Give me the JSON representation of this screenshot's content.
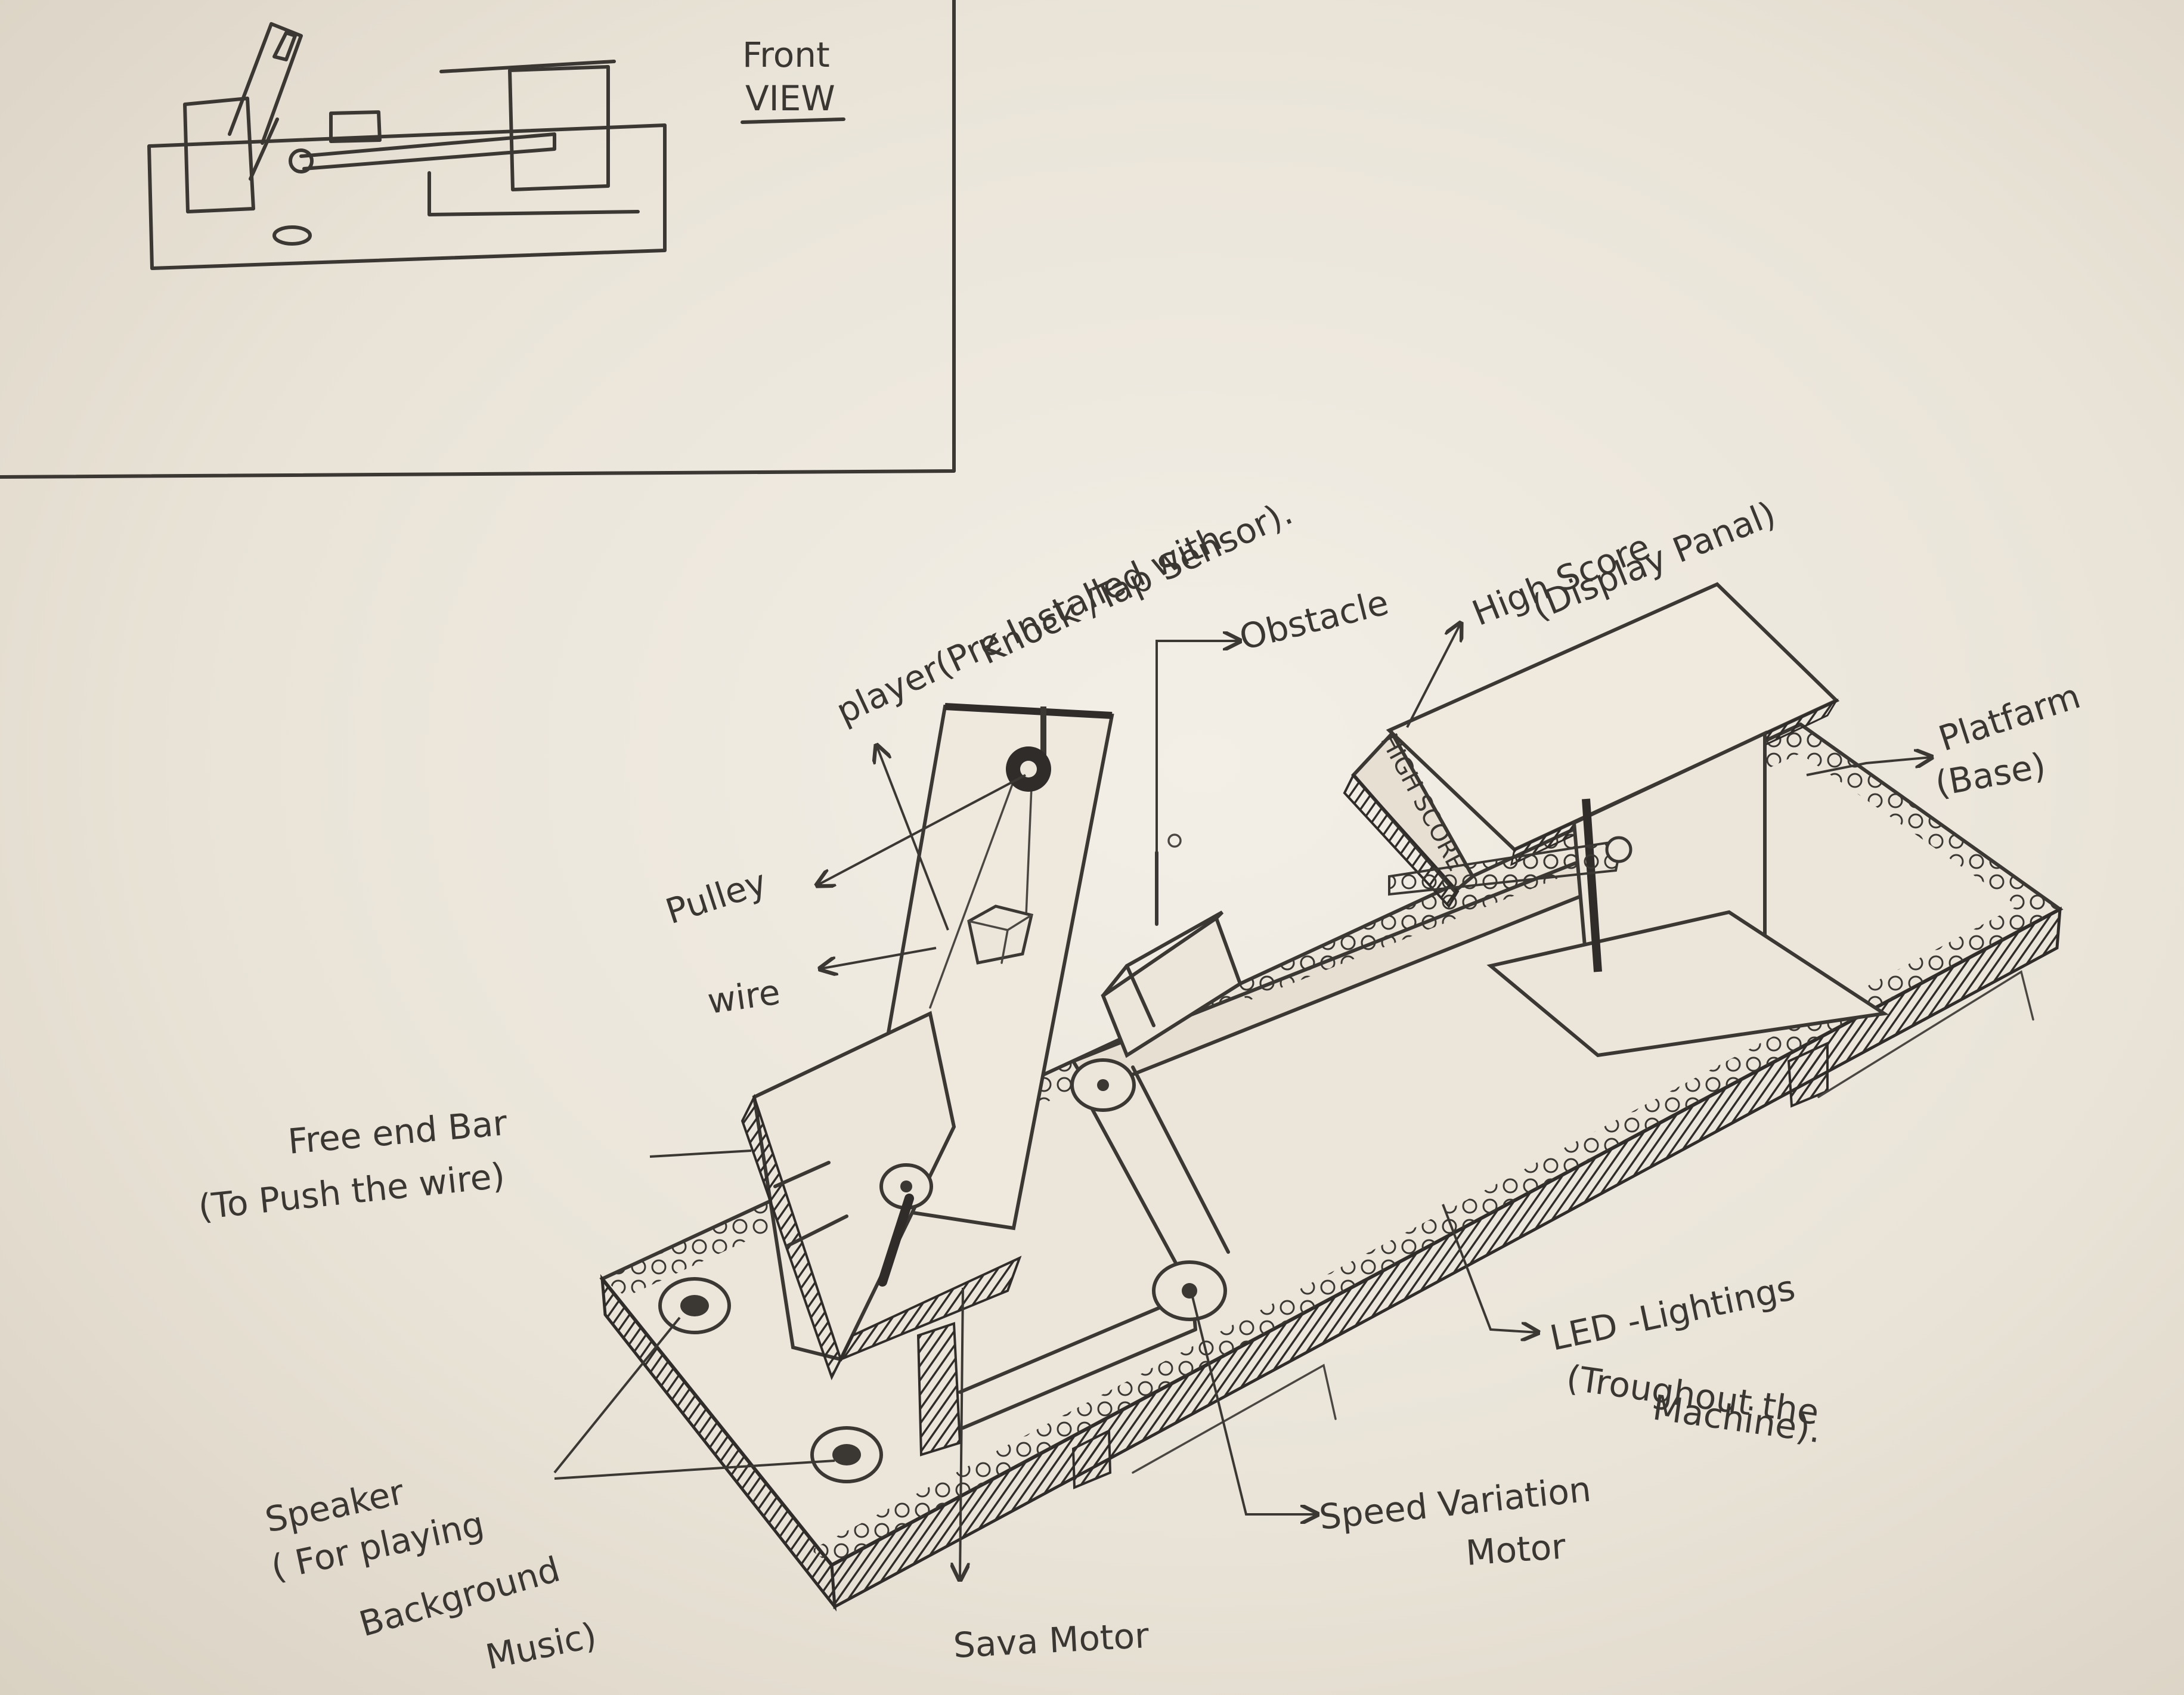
{
  "front_view": {
    "title_line1": "Front",
    "title_line2": "VIEW"
  },
  "labels": {
    "player_line1": "player(Pre Installed with",
    "player_line2": "Knock /Tap Sensor).",
    "obstacle": "Obstacle",
    "high_score_line1": "High Score",
    "high_score_line2": "(Display Panal)",
    "high_score_panel": "HIGH SCORE",
    "platform_line1": "Platfarm",
    "platform_line2": "(Base)",
    "pulley": "Pulley",
    "wire": "wire",
    "free_end_bar_line1": "Free end Bar",
    "free_end_bar_line2": "(To Push the wire)",
    "led_line1": "LED -Lightings",
    "led_line2": "(Troughout the",
    "led_line3": "Machine).",
    "speaker_line1": "Speaker",
    "speaker_line2": "( For playing",
    "speaker_line3": "Background",
    "speaker_line4": "Music)",
    "servo_motor": "Sava Motor",
    "speed_motor_line1": "Speed Variation",
    "speed_motor_line2": "Motor"
  }
}
